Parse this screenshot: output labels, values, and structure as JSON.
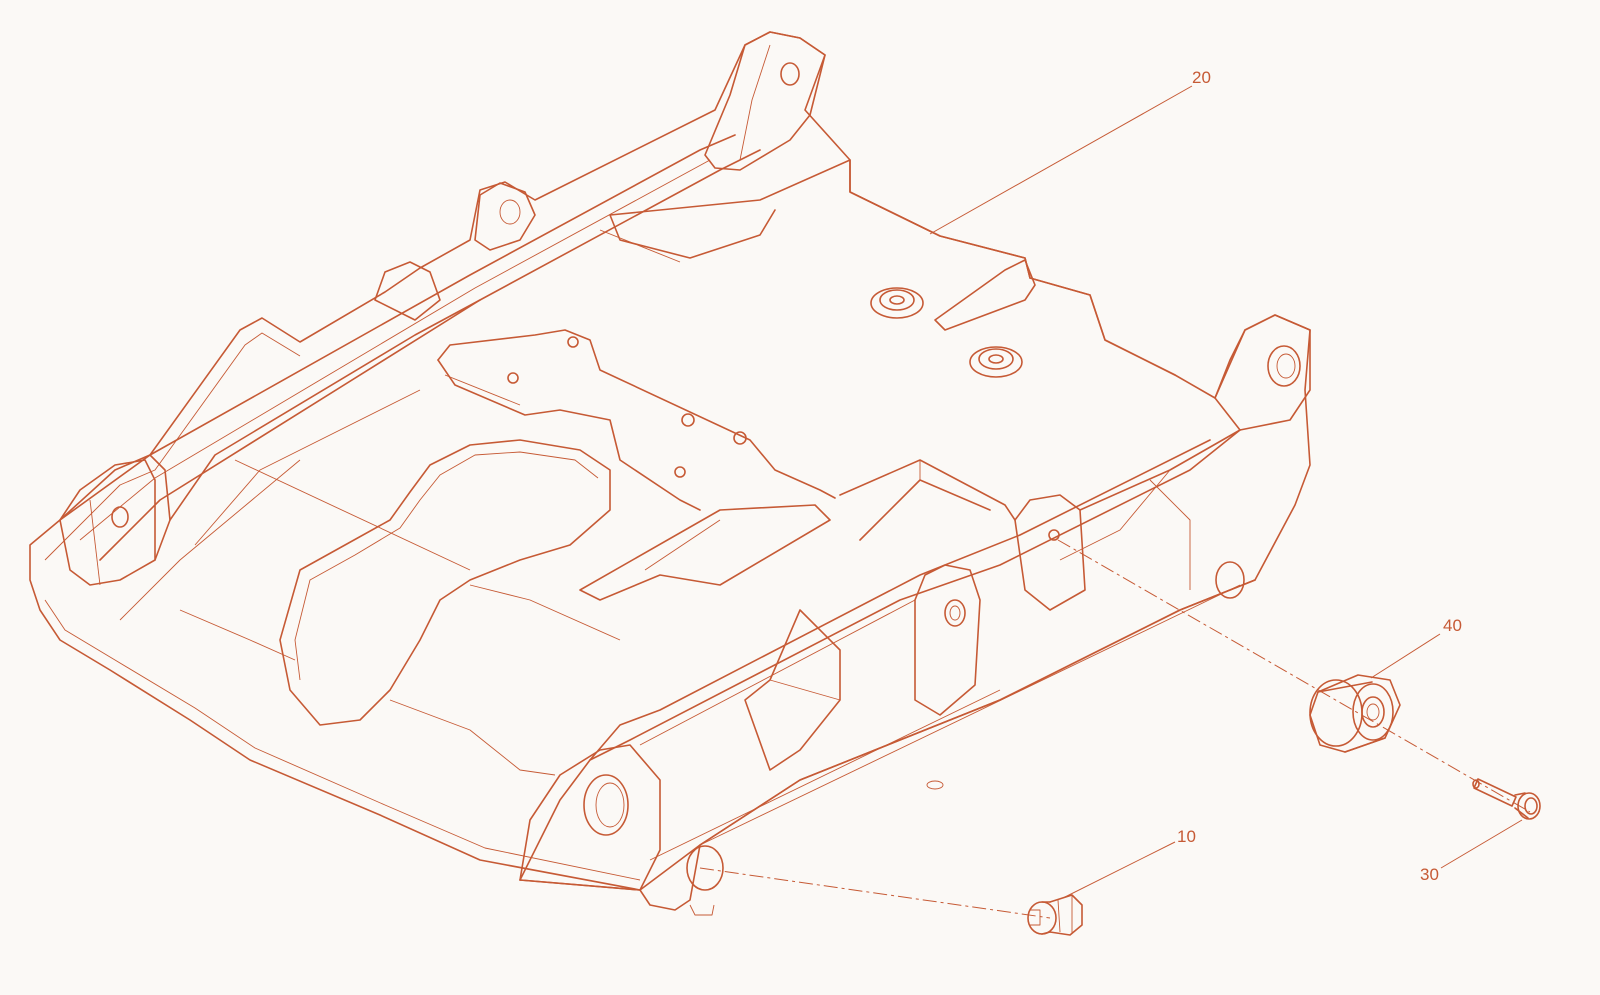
{
  "diagram": {
    "stroke_color": "#c65a35",
    "background": "#fbf9f6",
    "callouts": [
      {
        "id": "frame",
        "label": "20"
      },
      {
        "id": "spacer",
        "label": "40"
      },
      {
        "id": "bolt-flange",
        "label": "10"
      },
      {
        "id": "screw",
        "label": "30"
      }
    ]
  }
}
